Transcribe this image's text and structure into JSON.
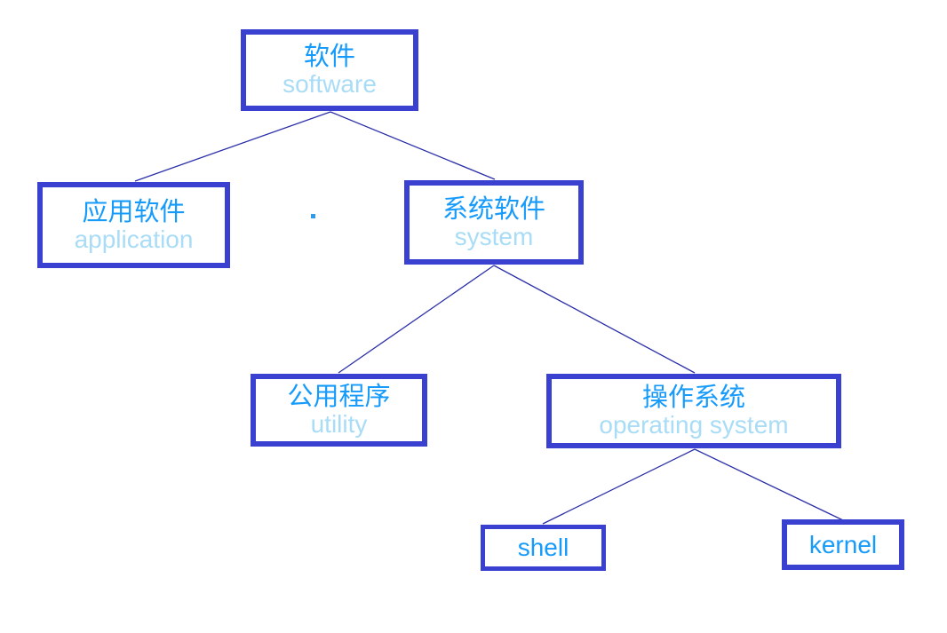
{
  "diagram": {
    "type": "tree",
    "title": "Software hierarchy diagram",
    "colors": {
      "border_color": "#3a41d0",
      "line_color": "#2b2fa8",
      "zh_color": "#169bfb",
      "en_color": "#a9dcf6",
      "bg_color": "#ffffff"
    },
    "nodes": {
      "software": {
        "zh": "软件",
        "en": "software"
      },
      "application": {
        "zh": "应用软件",
        "en": "application"
      },
      "system": {
        "zh": "系统软件",
        "en": "system"
      },
      "utility": {
        "zh": "公用程序",
        "en": "utility"
      },
      "operating_system": {
        "zh": "操作系统",
        "en": "operating system"
      },
      "shell": {
        "en": "shell"
      },
      "kernel": {
        "en": "kernel"
      }
    },
    "edges": [
      {
        "from": "software",
        "to": "application"
      },
      {
        "from": "software",
        "to": "system"
      },
      {
        "from": "system",
        "to": "utility"
      },
      {
        "from": "system",
        "to": "operating_system"
      },
      {
        "from": "operating_system",
        "to": "shell"
      },
      {
        "from": "operating_system",
        "to": "kernel"
      }
    ]
  }
}
